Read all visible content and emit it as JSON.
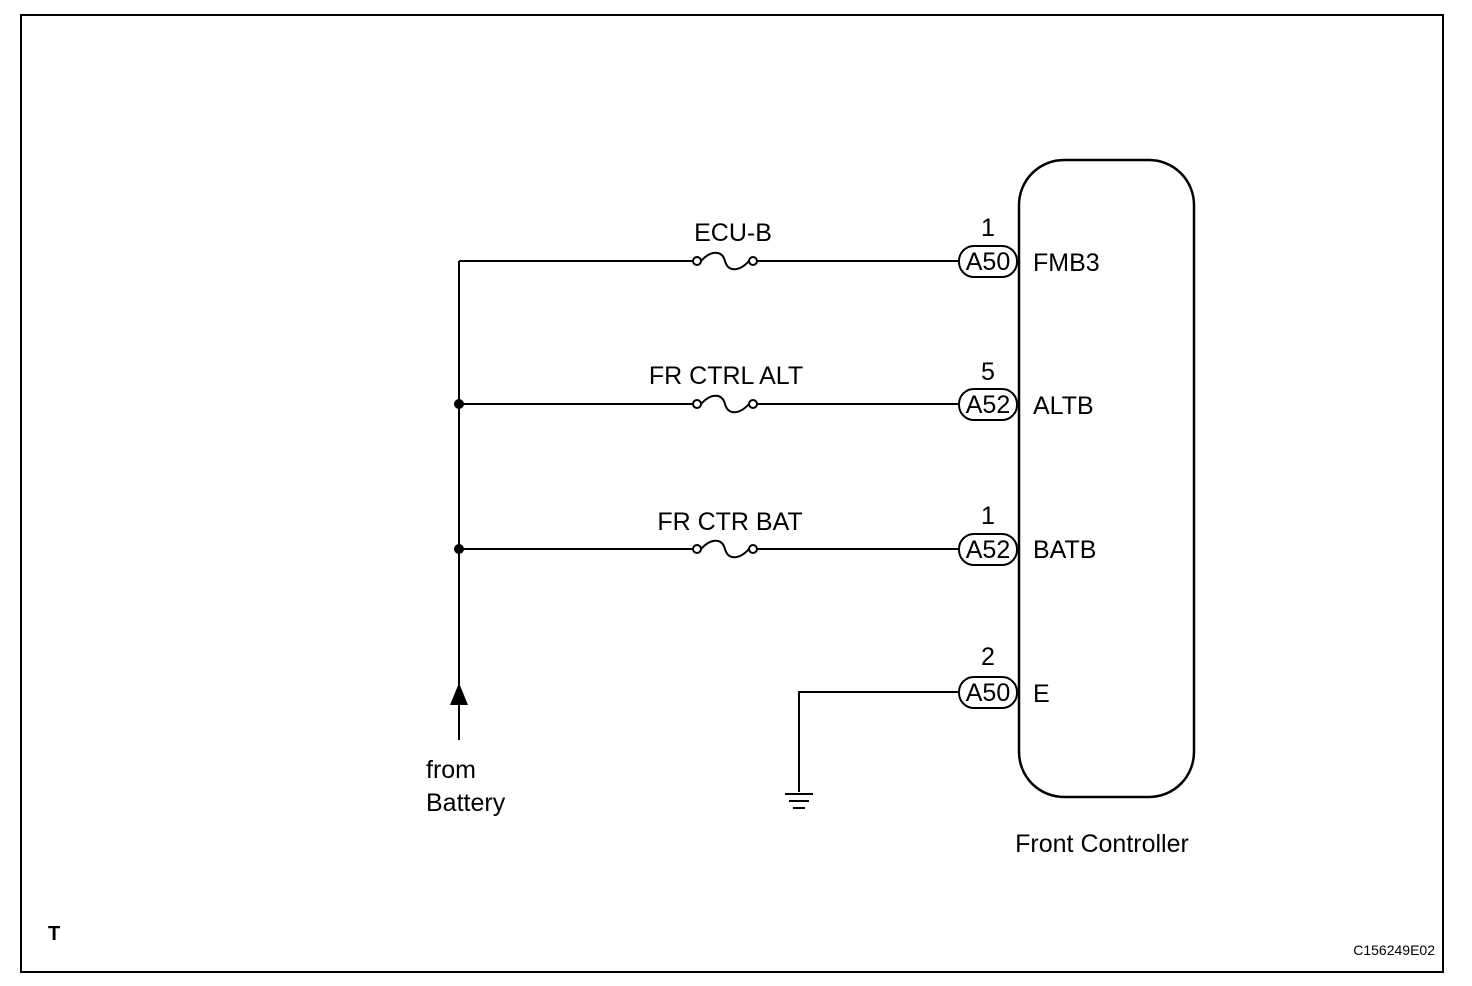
{
  "source_label": "from Battery",
  "source_lines": [
    "from",
    "Battery"
  ],
  "controller": {
    "name": "Front Controller"
  },
  "circuits": [
    {
      "fuse": "ECU-B",
      "connector": "A50",
      "pin": "1",
      "terminal": "FMB3"
    },
    {
      "fuse": "FR CTRL ALT",
      "connector": "A52",
      "pin": "5",
      "terminal": "ALTB"
    },
    {
      "fuse": "FR CTR BAT",
      "connector": "A52",
      "pin": "1",
      "terminal": "BATB"
    }
  ],
  "ground": {
    "connector": "A50",
    "pin": "2",
    "terminal": "E"
  },
  "corner_mark": "T",
  "figure_code": "C156249E02"
}
